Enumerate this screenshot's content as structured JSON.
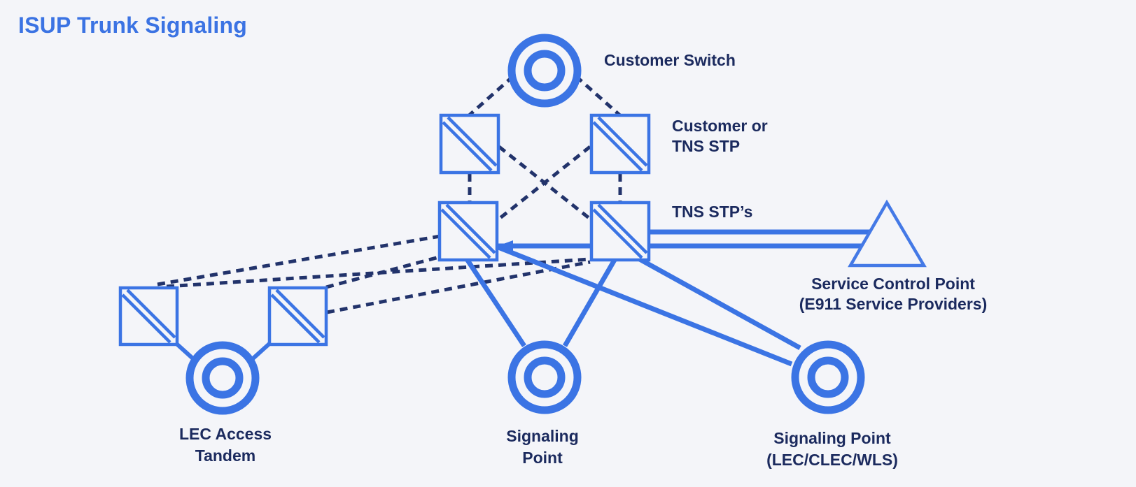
{
  "title": "ISUP Trunk Signaling",
  "colors": {
    "background": "#F4F5F9",
    "primary_blue": "#3B74E4",
    "triangle_blue": "#4479E6",
    "dashed_link_navy": "#22336B",
    "label_navy": "#1B2A5E",
    "title_blue": "#3B73E3"
  },
  "nodes": {
    "customer_switch": {
      "shape": "double-circle",
      "label": "Customer Switch"
    },
    "customer_stp": {
      "shape": "stp-square-pair",
      "line1": "Customer or",
      "line2": "TNS STP"
    },
    "tns_stp": {
      "shape": "stp-square-pair",
      "label": "TNS STP’s"
    },
    "service_control_point": {
      "shape": "triangle",
      "line1": "Service Control Point",
      "line2": "(E911 Service Providers)"
    },
    "lec_access_tandem": {
      "shape": "double-circle",
      "line1": "LEC Access",
      "line2": "Tandem"
    },
    "signaling_point_mid": {
      "shape": "double-circle",
      "line1": "Signaling",
      "line2": "Point"
    },
    "signaling_point_right": {
      "shape": "double-circle",
      "line1": "Signaling Point",
      "line2": "(LEC/CLEC/WLS)"
    }
  },
  "links": {
    "dashed": "SS7 signaling links (dashed navy)",
    "solid": "trunk / signaling connections (solid blue)"
  }
}
